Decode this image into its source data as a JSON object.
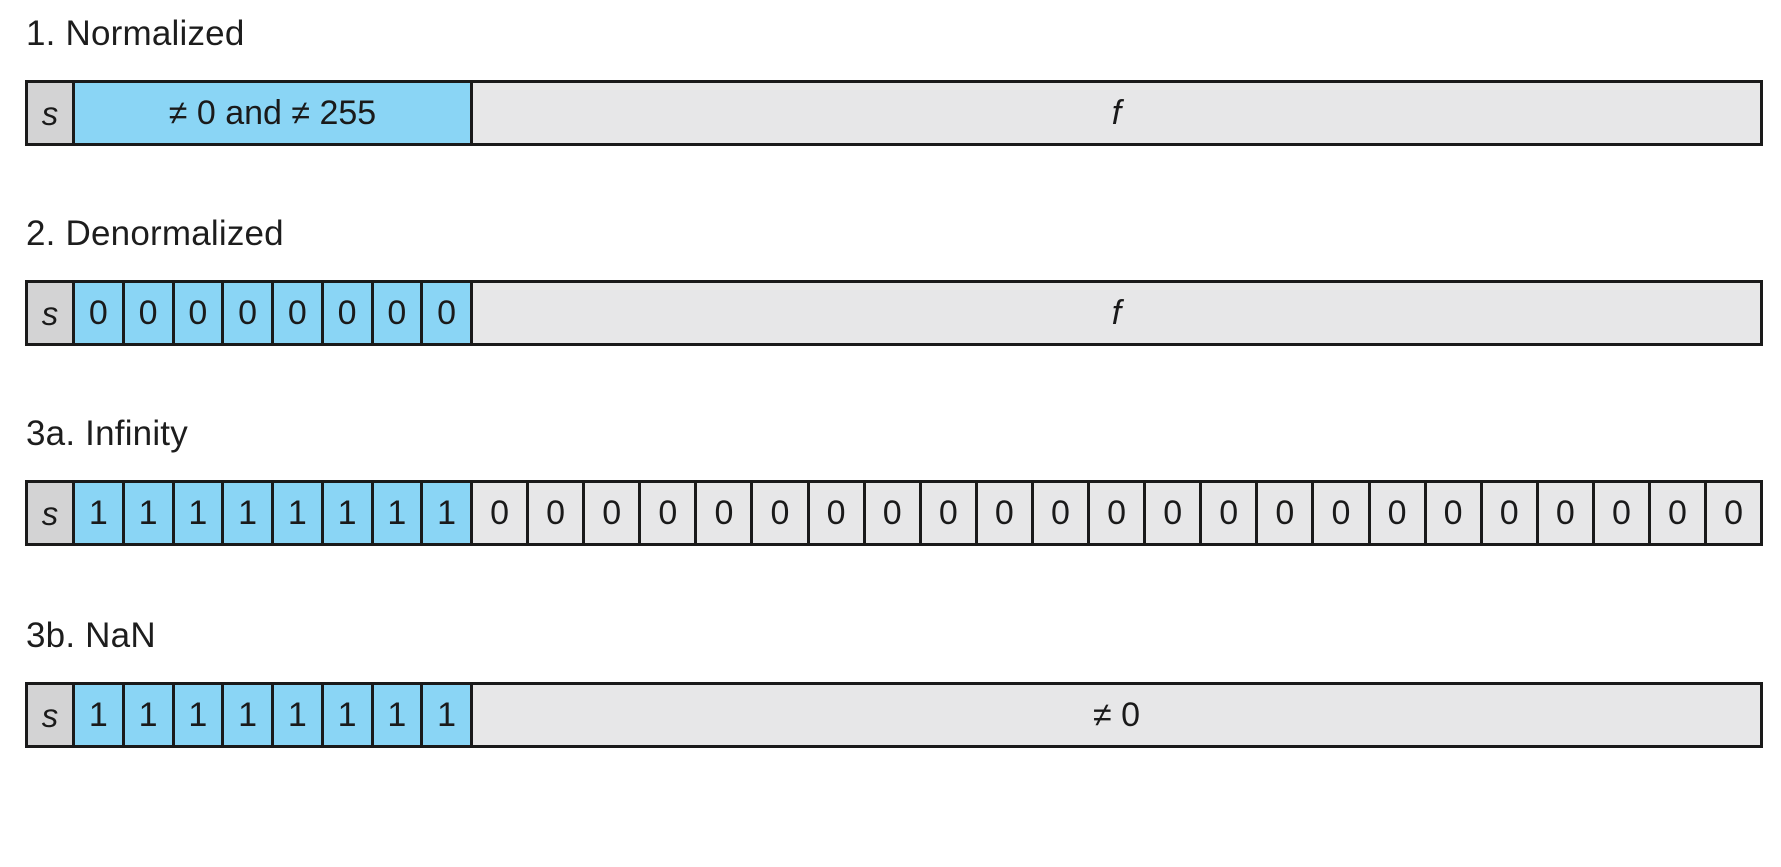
{
  "figure": {
    "colors": {
      "blue": "#8ad5f5",
      "gray": "#e7e7e8",
      "sign_gray": "#d3d3d4",
      "border": "#1a1a1a",
      "text": "#1a1a1a",
      "background": "#ffffff"
    },
    "sign_label": "s"
  },
  "rows": [
    {
      "title": "1. Normalized",
      "sign": "s",
      "exponent_label": "≠ 0 and ≠ 255",
      "exponent_bits": [],
      "fraction_label": "f",
      "fraction_bits": []
    },
    {
      "title": "2. Denormalized",
      "sign": "s",
      "exponent_label": "",
      "exponent_bits": [
        "0",
        "0",
        "0",
        "0",
        "0",
        "0",
        "0",
        "0"
      ],
      "fraction_label": "f",
      "fraction_bits": []
    },
    {
      "title": "3a. Infinity",
      "sign": "s",
      "exponent_label": "",
      "exponent_bits": [
        "1",
        "1",
        "1",
        "1",
        "1",
        "1",
        "1",
        "1"
      ],
      "fraction_label": "",
      "fraction_bits": [
        "0",
        "0",
        "0",
        "0",
        "0",
        "0",
        "0",
        "0",
        "0",
        "0",
        "0",
        "0",
        "0",
        "0",
        "0",
        "0",
        "0",
        "0",
        "0",
        "0",
        "0",
        "0",
        "0"
      ]
    },
    {
      "title": "3b. NaN",
      "sign": "s",
      "exponent_label": "",
      "exponent_bits": [
        "1",
        "1",
        "1",
        "1",
        "1",
        "1",
        "1",
        "1"
      ],
      "fraction_label": "≠ 0",
      "fraction_bits": []
    }
  ]
}
